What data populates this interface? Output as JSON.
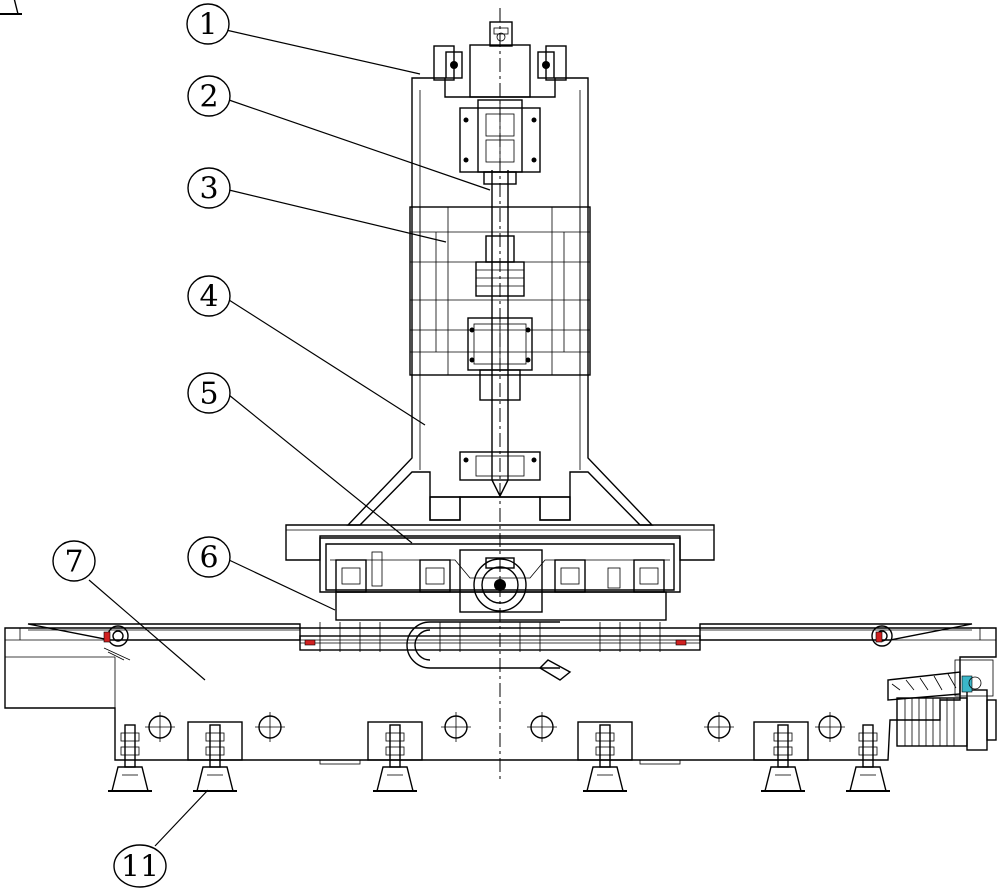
{
  "diagram": {
    "callouts": [
      {
        "id": "1",
        "text": "1"
      },
      {
        "id": "2",
        "text": "2"
      },
      {
        "id": "3",
        "text": "3"
      },
      {
        "id": "4",
        "text": "4"
      },
      {
        "id": "5",
        "text": "5"
      },
      {
        "id": "6",
        "text": "6"
      },
      {
        "id": "7",
        "text": "7"
      },
      {
        "id": "11",
        "text": "11"
      }
    ],
    "colors": {
      "line": "#000000",
      "background": "#ffffff",
      "accent_red": "#d02020",
      "accent_cyan": "#3bb7c9"
    }
  }
}
